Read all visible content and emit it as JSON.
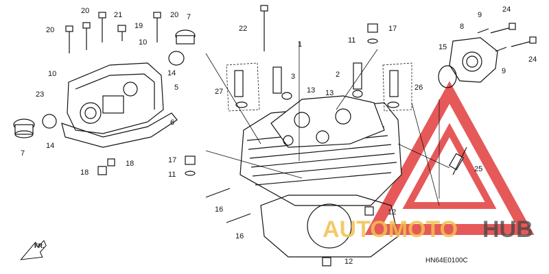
{
  "diagram": {
    "code": "HN64E0100C",
    "direction_label": "FR.",
    "callouts": [
      "20",
      "21",
      "20",
      "7",
      "20",
      "19",
      "10",
      "14",
      "5",
      "10",
      "23",
      "6",
      "7",
      "14",
      "18",
      "18",
      "22",
      "1",
      "11",
      "17",
      "3",
      "2",
      "13",
      "13",
      "27",
      "26",
      "9",
      "24",
      "8",
      "15",
      "9",
      "24",
      "25",
      "17",
      "11",
      "16",
      "16",
      "12",
      "12"
    ]
  },
  "watermark": {
    "brand_part1": "AUTOMOTO",
    "brand_part2": "HUB",
    "accent_color": "#e03030",
    "brand_color": "#f2c14e"
  }
}
